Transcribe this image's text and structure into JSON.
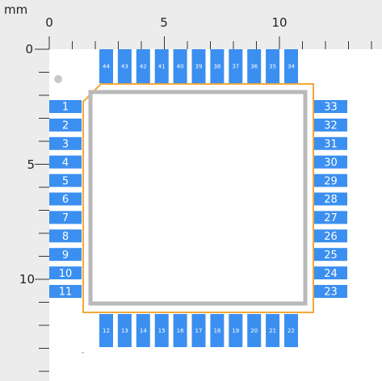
{
  "units": "mm",
  "ruler": {
    "x_labels": [
      "0",
      "5",
      "10"
    ],
    "y_labels": [
      "0",
      "5",
      "10"
    ]
  },
  "package": {
    "type": "QFP-44",
    "left_pins": [
      "1",
      "2",
      "3",
      "4",
      "5",
      "6",
      "7",
      "8",
      "9",
      "10",
      "11"
    ],
    "bottom_pins": [
      "12",
      "13",
      "14",
      "15",
      "16",
      "17",
      "18",
      "19",
      "20",
      "21",
      "22"
    ],
    "right_pins": [
      "23",
      "24",
      "25",
      "26",
      "27",
      "28",
      "29",
      "30",
      "31",
      "32",
      "33"
    ],
    "top_pins": [
      "34",
      "35",
      "36",
      "37",
      "38",
      "39",
      "40",
      "41",
      "42",
      "43",
      "44"
    ]
  },
  "colors": {
    "background": "#ececec",
    "board": "#ffffff",
    "pad": "#3b8ff0",
    "outline": "#f0a83a",
    "body_outline": "#b9b9b9",
    "pin1_marker": "#c8c8c8",
    "ruler_text": "#222222"
  }
}
